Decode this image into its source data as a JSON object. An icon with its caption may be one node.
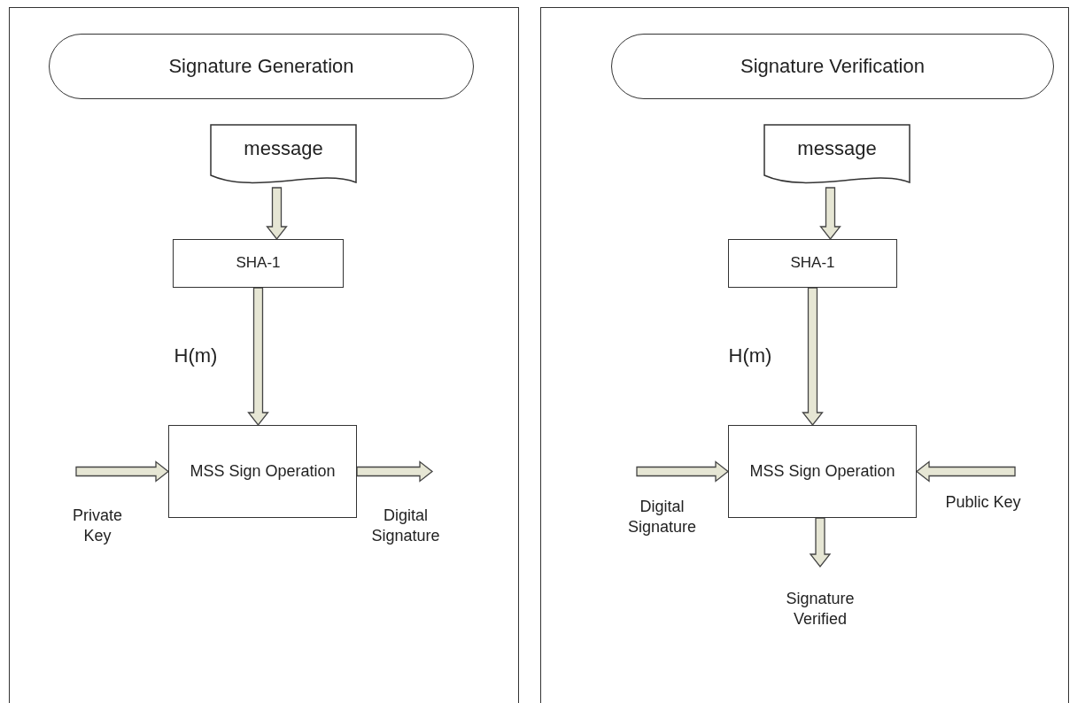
{
  "diagram": {
    "nodes": [
      {
        "text": [],
        "shape": "box"
      },
      {
        "text": [
          "Signature Generation"
        ],
        "in": 0
      },
      {
        "text": [
          "message"
        ],
        "in": 0
      },
      {
        "text": [
          "SHA-1"
        ],
        "in": 0
      },
      {
        "text": [
          "MSS Sign Operation"
        ],
        "in": 0
      },
      {
        "text": [
          "Private Key"
        ],
        "in": 0
      },
      {
        "text": [
          "Digital Signature"
        ],
        "in": 0
      },
      {
        "text": [],
        "shape": "box"
      },
      {
        "text": [
          "Signature Verification"
        ],
        "in": 7
      },
      {
        "text": [
          "message"
        ],
        "in": 7
      },
      {
        "text": [
          "SHA-1"
        ],
        "in": 7
      },
      {
        "text": [
          "MSS Sign Operation"
        ],
        "in": 7
      },
      {
        "text": [
          "Digital Signature"
        ],
        "in": 7
      },
      {
        "text": [
          "Public Key"
        ],
        "in": 7
      },
      {
        "text": [
          "Signature Verified"
        ],
        "in": 7
      }
    ],
    "edges": [
      {
        "from": 2,
        "to": 3,
        "arrow": "to"
      },
      {
        "from": 3,
        "to": 4,
        "arrow": "to",
        "label": "H(m)"
      },
      {
        "from": 5,
        "to": 4,
        "arrow": "to"
      },
      {
        "from": 4,
        "to": 6,
        "arrow": "to"
      },
      {
        "from": 9,
        "to": 10,
        "arrow": "to"
      },
      {
        "from": 10,
        "to": 11,
        "arrow": "to",
        "label": "H(m)"
      },
      {
        "from": 12,
        "to": 11,
        "arrow": "to"
      },
      {
        "from": 13,
        "to": 11,
        "arrow": "to"
      },
      {
        "from": 11,
        "to": 14,
        "arrow": "to"
      }
    ]
  }
}
